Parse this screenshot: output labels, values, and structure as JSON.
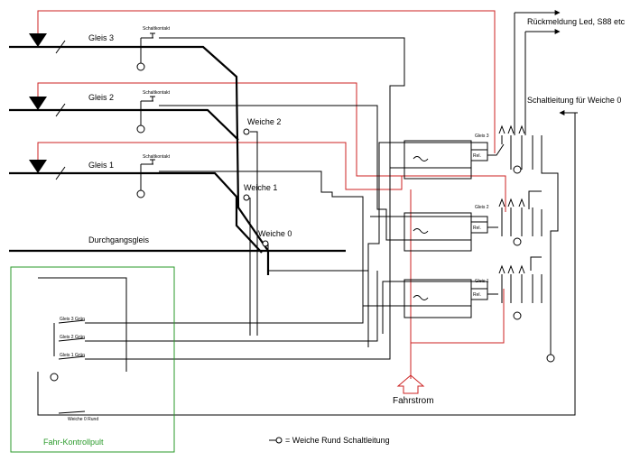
{
  "tracks": {
    "gleis3": "Gleis 3",
    "gleis2": "Gleis 2",
    "gleis1": "Gleis 1",
    "durchgang": "Durchgangsgleis"
  },
  "switches": {
    "weiche2": "Weiche 2",
    "weiche1": "Weiche 1",
    "weiche0": "Weiche 0"
  },
  "track_switch_label": "Schaltkontakt",
  "labels": {
    "rueckmeldung": "Rückmeldung Led, S88 etc",
    "schaltleitung": "Schaltleitung für Weiche 0",
    "fahrstrom": "Fahrstrom",
    "legend": "= Weiche Rund Schaltleitung"
  },
  "relays": {
    "gleis3": "Gleis 3",
    "gleis2": "Gleis 2",
    "gleis1": "Gleis 1",
    "rel": "Rel."
  },
  "panel": {
    "title": "Fahr-Kontrollpult",
    "btn_gleis3": "Gleis 3 Grün",
    "btn_gleis2": "Gleis 2 Grün",
    "btn_gleis1": "Gleis 1 Grün",
    "btn_weiche0": "Weiche 0 Rund"
  },
  "colors": {
    "wire": "#000000",
    "power": "#cc2222",
    "panel": "#2a9a2a"
  }
}
